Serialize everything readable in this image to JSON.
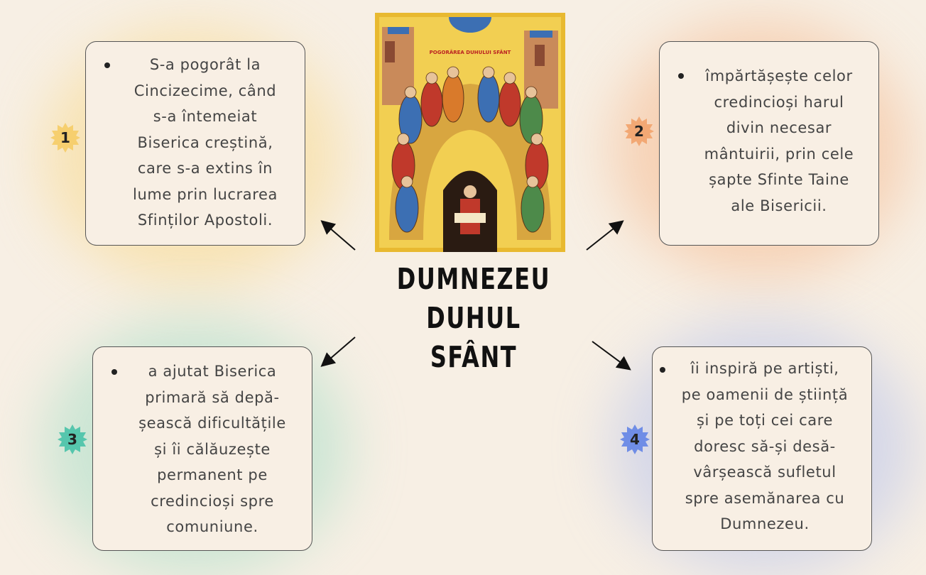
{
  "title": "DUMNEZEU DUHUL SFÂNT",
  "icon_caption": "POGORÂREA DUHULUI SFÂNT",
  "colors": {
    "background": "#f7efe4",
    "card": "#f8efe4",
    "badge_1": "#f6cf6f",
    "badge_2": "#f2a874",
    "badge_3": "#56c6ad",
    "badge_4": "#6f8de6",
    "icon_gold": "#e8b930",
    "icon_red": "#c0392b",
    "icon_blue": "#3c6fb3"
  },
  "cards": [
    {
      "number": "1",
      "lines": [
        "S-a pogorât la",
        "Cincizecime, când",
        "s-a întemeiat",
        "Biserica creștină,",
        "care s-a extins în",
        "lume prin lucrarea",
        "Sfinților Apostoli."
      ]
    },
    {
      "number": "2",
      "lines": [
        "împărtășește celor",
        "credincioși harul",
        "divin necesar",
        "mântuirii, prin cele",
        "șapte Sfinte Taine",
        "ale Bisericii."
      ]
    },
    {
      "number": "3",
      "lines": [
        "a ajutat Biserica",
        "primară să depă-",
        "șească dificultățile",
        "și îi călăuzește",
        "permanent pe",
        "credincioși spre",
        "comuniune."
      ]
    },
    {
      "number": "4",
      "lines": [
        "îi inspiră pe artiști,",
        "pe oamenii de știință",
        "și pe toți cei care",
        "doresc să-și desă-",
        "vârșească sufletul",
        "spre asemănarea cu",
        "Dumnezeu."
      ]
    }
  ]
}
